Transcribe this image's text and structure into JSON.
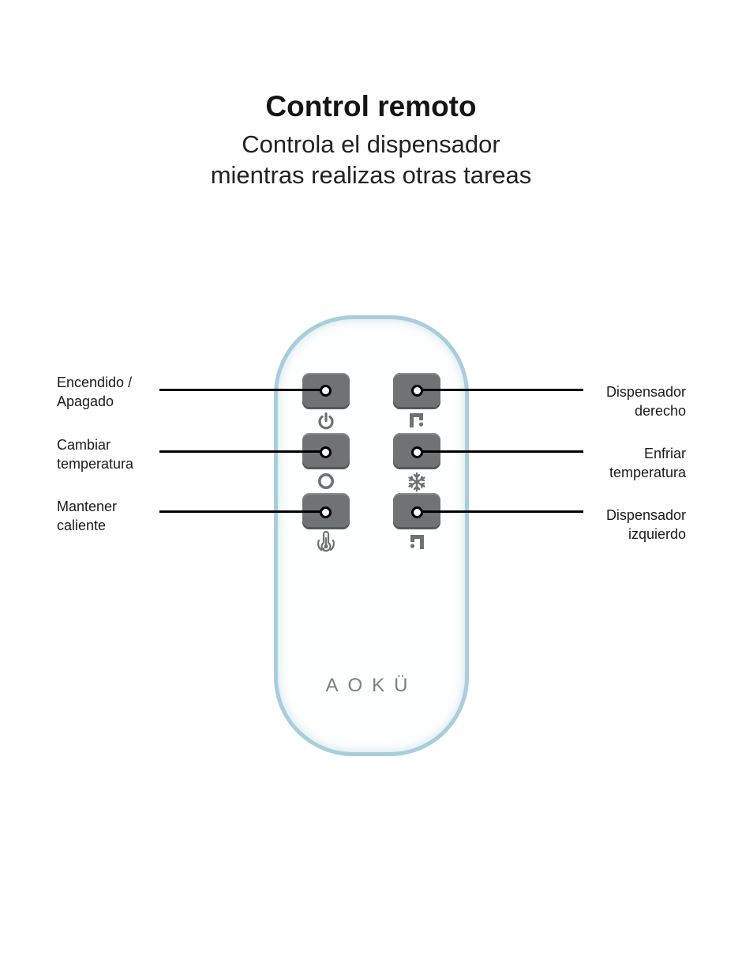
{
  "header": {
    "title": "Control remoto",
    "subtitle_line1": "Controla el dispensador",
    "subtitle_line2": "mientras realizas otras tareas"
  },
  "labels": {
    "power": [
      "Encendido /",
      "Apagado"
    ],
    "change_temp": [
      "Cambiar",
      "temperatura"
    ],
    "keep_warm": [
      "Mantener",
      "caliente"
    ],
    "right_dispenser": [
      "Dispensador",
      "derecho"
    ],
    "cool_temp": [
      "Enfriar",
      "temperatura"
    ],
    "left_dispenser": [
      "Dispensador",
      "izquierdo"
    ]
  },
  "remote": {
    "brand": "AOKÜ",
    "colors": {
      "outline": "#a8cedc",
      "button": "#6f7374",
      "icon": "#6e7273",
      "leader": "#000000"
    },
    "buttons": [
      {
        "id": "power",
        "icon": "power-icon"
      },
      {
        "id": "right_dispenser",
        "icon": "right-tap-icon"
      },
      {
        "id": "change_temp",
        "icon": "ring-icon"
      },
      {
        "id": "cool_temp",
        "icon": "snowflake-icon"
      },
      {
        "id": "keep_warm",
        "icon": "thermometer-icon"
      },
      {
        "id": "left_dispenser",
        "icon": "left-tap-icon"
      }
    ]
  }
}
